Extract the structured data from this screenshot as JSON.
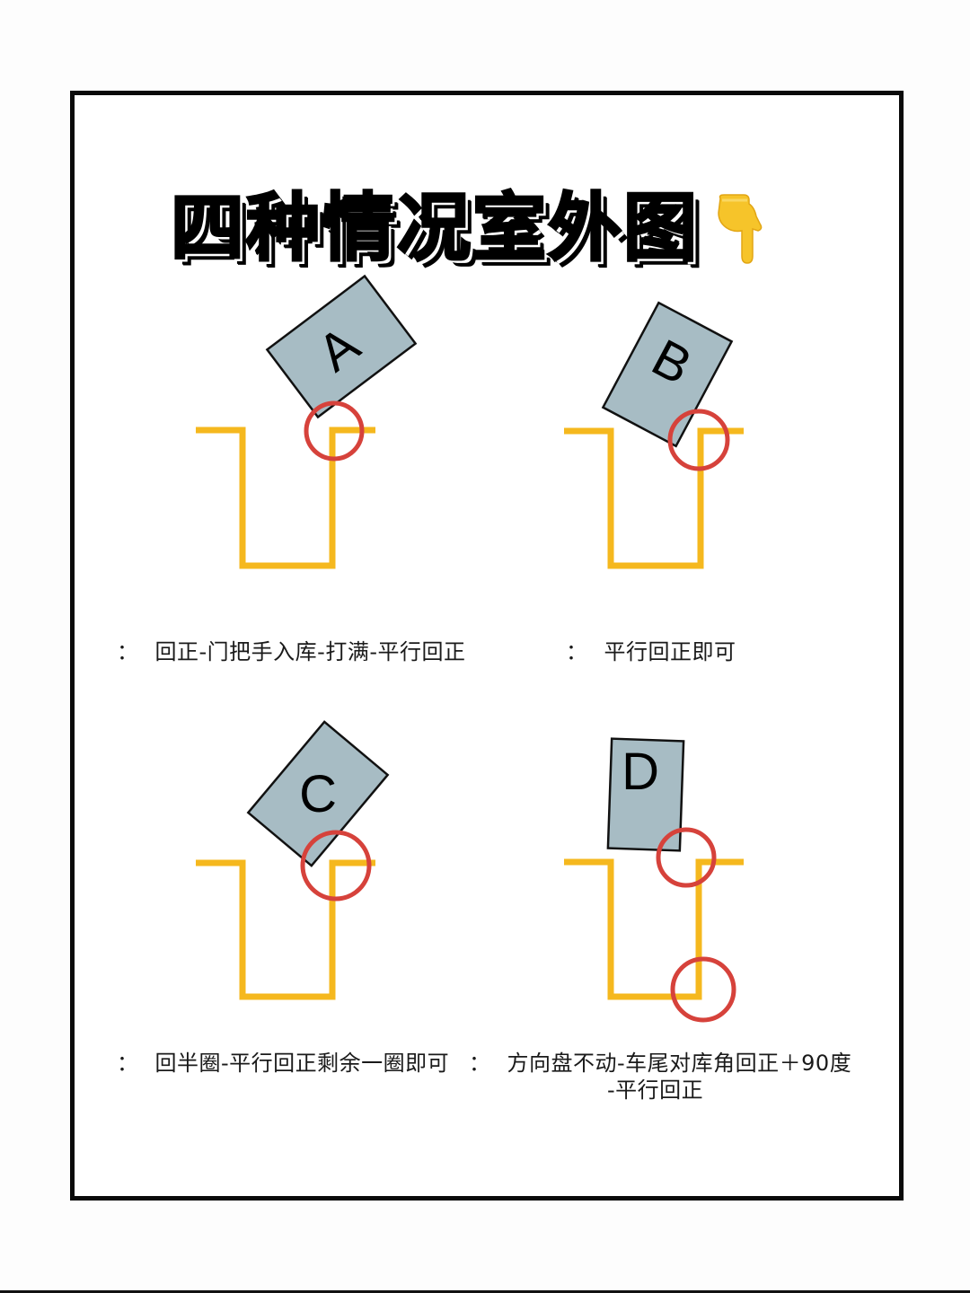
{
  "title": "四种情况室外图",
  "title_emoji": "backhand-index-pointing-down",
  "colors": {
    "frame": "#0a0a0a",
    "parking_line": "#F5B81E",
    "car_fill": "#A7BCC4",
    "car_stroke": "#111111",
    "highlight_circle": "#D6423B"
  },
  "panels": [
    {
      "id": "A",
      "label": "A",
      "caption_prefix": "：",
      "caption": "回正-门把手入库-打满-平行回正"
    },
    {
      "id": "B",
      "label": "B",
      "caption_prefix": "：",
      "caption": "平行回正即可"
    },
    {
      "id": "C",
      "label": "C",
      "caption_prefix": "：",
      "caption": "回半圈-平行回正剩余一圈即可"
    },
    {
      "id": "D",
      "label": "D",
      "caption_prefix": "：",
      "caption": "方向盘不动-车尾对库角回正＋90度",
      "caption_line2": "-平行回正"
    }
  ]
}
